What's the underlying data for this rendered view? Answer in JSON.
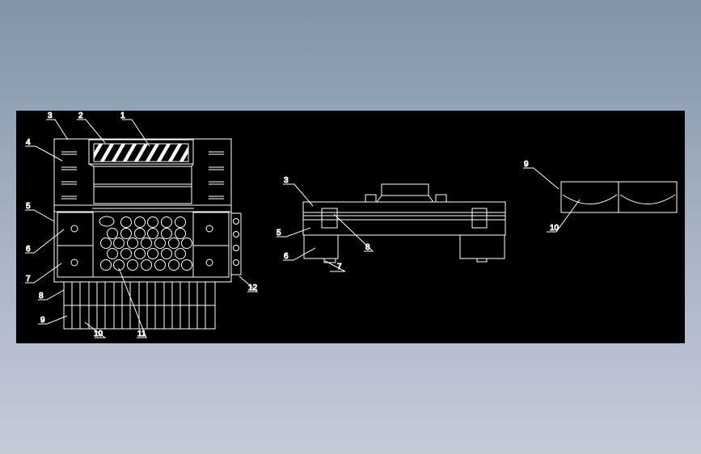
{
  "callouts": {
    "front": [
      "1",
      "2",
      "3",
      "4",
      "5",
      "6",
      "7",
      "8",
      "9",
      "10",
      "11",
      "12"
    ],
    "side": [
      "3",
      "5",
      "6",
      "7",
      "8"
    ],
    "detail": [
      "9",
      "10"
    ]
  },
  "colors": {
    "background_top": "#8493a8",
    "background_bottom": "#c3cbd7",
    "drawing_background": "#000000",
    "line": "#ffffff"
  }
}
